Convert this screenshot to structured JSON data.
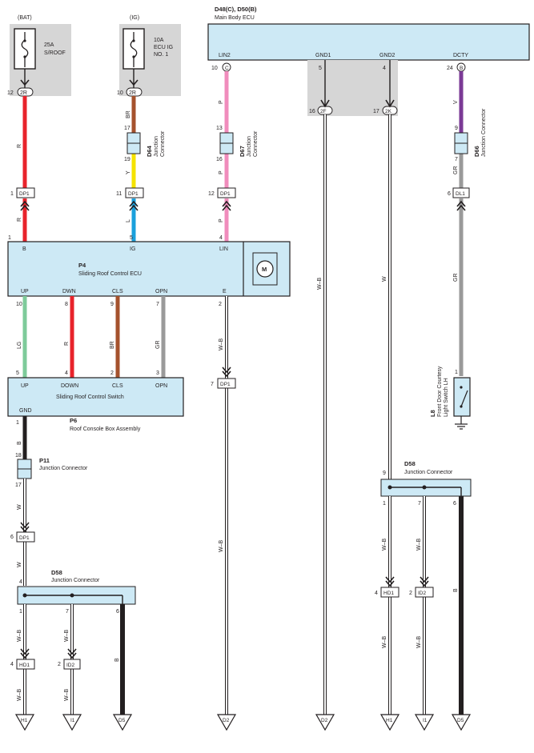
{
  "power": {
    "bat": {
      "source": "(BAT)",
      "fuse": "25A",
      "fuse_name": "S/ROOF",
      "pin": "12",
      "conn": "2R"
    },
    "ig": {
      "source": "(IG)",
      "fuse": "10A",
      "fuse_name": "ECU IG",
      "fuse_name2": "NO. 1",
      "pin": "10",
      "conn": "2R"
    }
  },
  "main_ecu": {
    "id": "D48(C), D50(B)",
    "name": "Main Body ECU",
    "terminals": {
      "lin2": "LIN2",
      "gnd1": "GND1",
      "gnd2": "GND2",
      "dcty": "DCTY"
    },
    "pins": {
      "lin2": "10",
      "lin2_conn": "C",
      "gnd1": "5",
      "gnd2": "4",
      "dcty": "24",
      "dcty_conn": "B"
    },
    "gnd_pins": {
      "gnd1": "16",
      "gnd1_conn": "2F",
      "gnd2": "17",
      "gnd2_conn": "2K"
    }
  },
  "junctions": {
    "d64": {
      "id": "D64",
      "line1": "Junction",
      "line2": "Connector",
      "pin_in": "17",
      "pin_out": "19"
    },
    "d67": {
      "id": "D67",
      "line1": "Junction",
      "line2": "Connector",
      "pin_in": "13",
      "pin_out": "16"
    },
    "d66": {
      "id": "D66",
      "line1": "Junction Connector",
      "pin_in": "9",
      "pin_out": "7"
    },
    "p11": {
      "id": "P11",
      "name": "Junction Connector",
      "pin_in": "18",
      "pin_out": "17"
    },
    "d58_left": {
      "id": "D58",
      "name": "Junction Connector",
      "pin_in": "4",
      "p1": "1",
      "p2": "7",
      "p3": "6"
    },
    "d58_right": {
      "id": "D58",
      "name": "Junction Connector",
      "pin_in": "9",
      "p1": "1",
      "p2": "7",
      "p3": "6"
    }
  },
  "inline": {
    "dp1_a": {
      "pin": "1",
      "name": "DP1"
    },
    "dp1_b": {
      "pin": "11",
      "name": "DP1"
    },
    "dp1_c": {
      "pin": "12",
      "name": "DP1"
    },
    "dl1": {
      "pin": "6",
      "name": "DL1"
    },
    "dp1_d": {
      "pin": "7",
      "name": "DP1"
    },
    "dp1_e": {
      "pin": "6",
      "name": "DP1"
    },
    "hd1_l": {
      "pin": "4",
      "name": "HD1"
    },
    "id2_l": {
      "pin": "2",
      "name": "ID2"
    },
    "hd1_r": {
      "pin": "4",
      "name": "HD1"
    },
    "id2_r": {
      "pin": "2",
      "name": "ID2"
    }
  },
  "ecu_p4": {
    "id": "P4",
    "name": "Sliding Roof Control ECU",
    "motor": "M",
    "top": {
      "b": "B",
      "ig": "IG",
      "lin": "LIN",
      "pin_b": "1",
      "pin_ig": "5",
      "pin_lin": "4"
    },
    "bottom": {
      "up": "UP",
      "dwn": "DWN",
      "cls": "CLS",
      "opn": "OPN",
      "e": "E",
      "pin_up": "10",
      "pin_dwn": "8",
      "pin_cls": "9",
      "pin_opn": "7",
      "pin_e": "2"
    }
  },
  "switch_p6": {
    "id": "P6",
    "name": "Sliding Roof Control Switch",
    "assembly": "Roof Console Box Assembly",
    "top": {
      "up": "UP",
      "down": "DOWN",
      "cls": "CLS",
      "opn": "OPN",
      "pin_up": "5",
      "pin_down": "4",
      "pin_cls": "2",
      "pin_opn": "3"
    },
    "gnd": "GND",
    "pin_gnd": "1"
  },
  "l8": {
    "id": "L8",
    "line1": "Front Door Courtesy",
    "line2": "Light Switch LH",
    "pin": "1"
  },
  "wire_colors": {
    "r": "R",
    "br": "BR",
    "y": "Y",
    "l": "L",
    "p": "P",
    "v": "V",
    "gr": "GR",
    "lg": "LG",
    "wb": "W–B",
    "w": "W",
    "b": "B"
  },
  "grounds": {
    "h1": "H1",
    "i1": "I1",
    "d5": "D5",
    "d2": "D2"
  },
  "colors": {
    "red": "#e8232b",
    "brown": "#a5522d",
    "yellow": "#f5e300",
    "blue": "#1aa0dc",
    "pink": "#f08cbc",
    "violet": "#7b3a96",
    "gray": "#9a9a9a",
    "lightgreen": "#7ecb9a",
    "black": "#231f20",
    "box_fill": "#cde9f5"
  }
}
